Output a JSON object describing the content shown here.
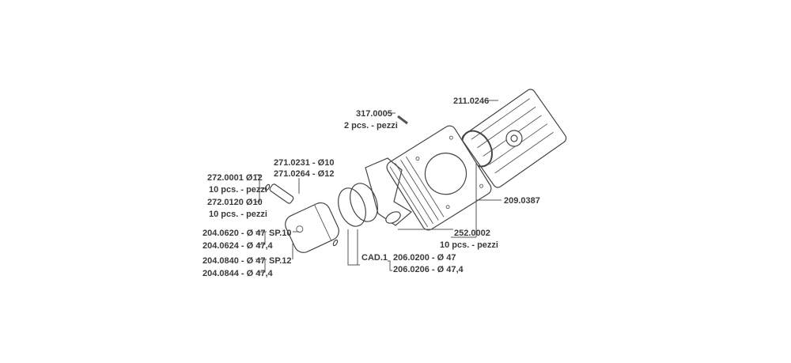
{
  "labels": {
    "head": "211.0246",
    "stud": "317.0005",
    "stud_qty": "2 pcs. - pezzi",
    "pin_10": "271.0231 - Ø10",
    "pin_12": "271.0264 - Ø12",
    "clip_12": "272.0001 Ø12",
    "clip_12_qty": "10 pcs. - pezzi",
    "clip_10": "272.0120 Ø10",
    "clip_10_qty": "10 pcs. - pezzi",
    "piston_sp10_a": "204.0620 - Ø 47",
    "piston_sp10_b": "204.0624 - Ø 47,4",
    "sp10": "SP.10",
    "piston_sp12_a": "204.0840 - Ø 47",
    "piston_sp12_b": "204.0844 - Ø 47,4",
    "sp12": "SP.12",
    "cad": "CAD.1",
    "ring_a": "206.0200 - Ø 47",
    "ring_b": "206.0206 - Ø 47,4",
    "gasket": "209.0387",
    "nut": "252.0002",
    "nut_qty": "10 pcs. - pezzi"
  }
}
